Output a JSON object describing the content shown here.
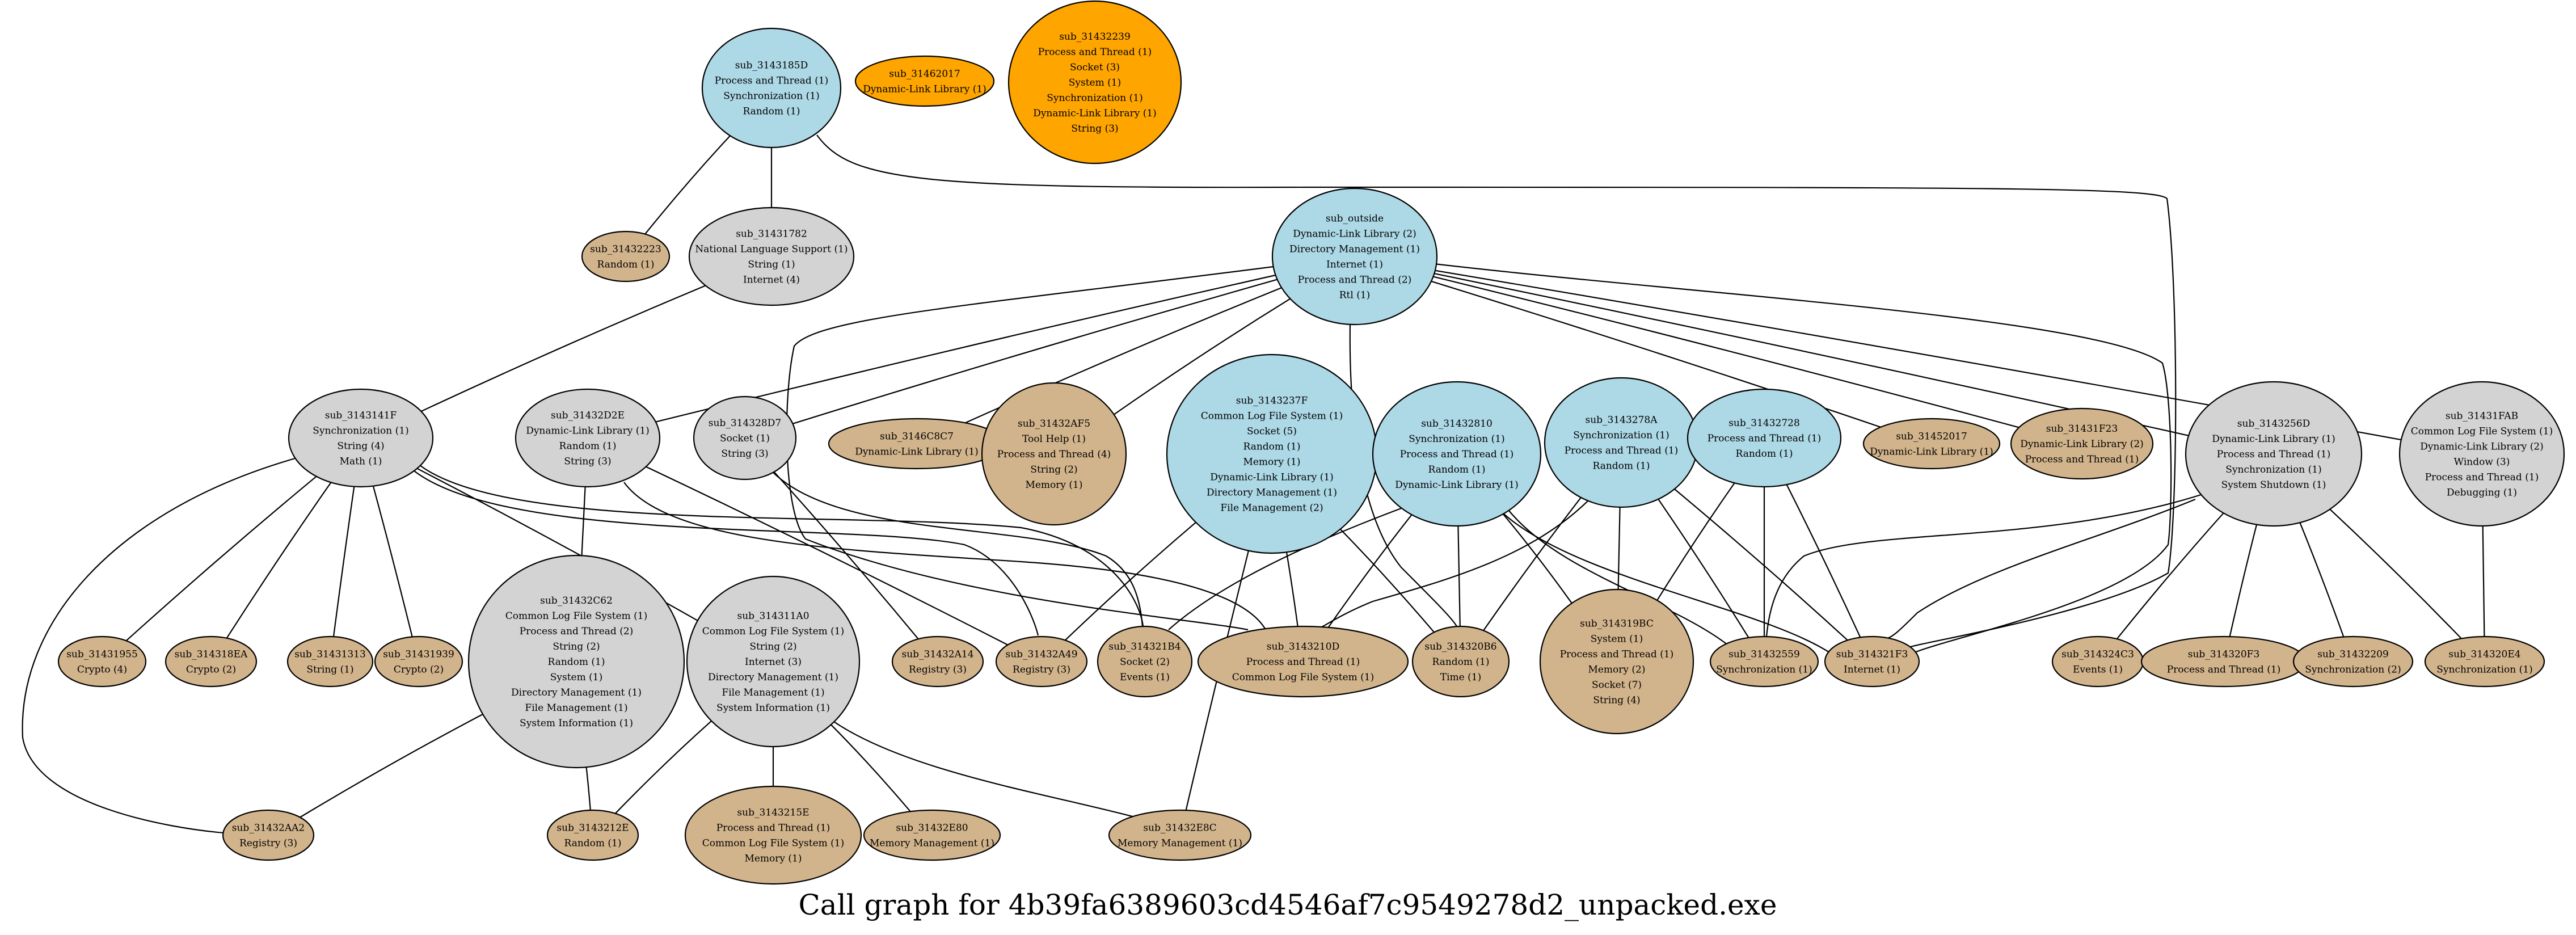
{
  "caption": "Call graph for 4b39fa6389603cd4546af7c9549278d2_unpacked.exe",
  "colors": {
    "root": "#add8e6",
    "intermediate": "#d3d3d3",
    "leaf": "#d2b48c",
    "isolated": "#ffa500"
  },
  "nodes": [
    {
      "id": "n3143185D",
      "kind": "root",
      "lines": [
        "sub_3143185D",
        "Process and Thread (1)",
        "Synchronization (1)",
        "Random (1)"
      ]
    },
    {
      "id": "n31462017",
      "kind": "isolated",
      "lines": [
        "sub_31462017",
        "Dynamic-Link Library (1)"
      ]
    },
    {
      "id": "n31432239",
      "kind": "isolated",
      "lines": [
        "sub_31432239",
        "Process and Thread (1)",
        "Socket (3)",
        "System (1)",
        "Synchronization (1)",
        "Dynamic-Link Library (1)",
        "String (3)"
      ]
    },
    {
      "id": "n31432223",
      "kind": "leaf",
      "lines": [
        "sub_31432223",
        "Random (1)"
      ]
    },
    {
      "id": "n31431782",
      "kind": "intermediate",
      "lines": [
        "sub_31431782",
        "National Language Support (1)",
        "String (1)",
        "Internet (4)"
      ]
    },
    {
      "id": "outside",
      "kind": "root",
      "lines": [
        "sub_outside",
        "Dynamic-Link Library (2)",
        "Directory Management (1)",
        "Internet (1)",
        "Process and Thread (2)",
        "Rtl (1)"
      ]
    },
    {
      "id": "n3143141F",
      "kind": "intermediate",
      "lines": [
        "sub_3143141F",
        "Synchronization (1)",
        "String (4)",
        "Math (1)"
      ]
    },
    {
      "id": "n31432D2E",
      "kind": "intermediate",
      "lines": [
        "sub_31432D2E",
        "Dynamic-Link Library (1)",
        "Random (1)",
        "String (3)"
      ]
    },
    {
      "id": "n314328D7",
      "kind": "intermediate",
      "lines": [
        "sub_314328D7",
        "Socket (1)",
        "String (3)"
      ]
    },
    {
      "id": "n3146C8C7",
      "kind": "leaf",
      "lines": [
        "sub_3146C8C7",
        "Dynamic-Link Library (1)"
      ]
    },
    {
      "id": "n31432AF5",
      "kind": "leaf",
      "lines": [
        "sub_31432AF5",
        "Tool Help (1)",
        "Process and Thread (4)",
        "String (2)",
        "Memory (1)"
      ]
    },
    {
      "id": "n3143237F",
      "kind": "root",
      "lines": [
        "sub_3143237F",
        "Common Log File System (1)",
        "Socket (5)",
        "Random (1)",
        "Memory (1)",
        "Dynamic-Link Library (1)",
        "Directory Management (1)",
        "File Management (2)"
      ]
    },
    {
      "id": "n31432810",
      "kind": "root",
      "lines": [
        "sub_31432810",
        "Synchronization (1)",
        "Process and Thread (1)",
        "Random (1)",
        "Dynamic-Link Library (1)"
      ]
    },
    {
      "id": "n3143278A",
      "kind": "root",
      "lines": [
        "sub_3143278A",
        "Synchronization (1)",
        "Process and Thread (1)",
        "Random (1)"
      ]
    },
    {
      "id": "n31432728",
      "kind": "root",
      "lines": [
        "sub_31432728",
        "Process and Thread (1)",
        "Random (1)"
      ]
    },
    {
      "id": "n31452017",
      "kind": "leaf",
      "lines": [
        "sub_31452017",
        "Dynamic-Link Library (1)"
      ]
    },
    {
      "id": "n31431F23",
      "kind": "leaf",
      "lines": [
        "sub_31431F23",
        "Dynamic-Link Library (2)",
        "Process and Thread (1)"
      ]
    },
    {
      "id": "n3143256D",
      "kind": "intermediate",
      "lines": [
        "sub_3143256D",
        "Dynamic-Link Library (1)",
        "Process and Thread (1)",
        "Synchronization (1)",
        "System Shutdown (1)"
      ]
    },
    {
      "id": "n31431FAB",
      "kind": "intermediate",
      "lines": [
        "sub_31431FAB",
        "Common Log File System (1)",
        "Dynamic-Link Library (2)",
        "Window (3)",
        "Process and Thread (1)",
        "Debugging (1)"
      ]
    },
    {
      "id": "n31431955",
      "kind": "leaf",
      "lines": [
        "sub_31431955",
        "Crypto (4)"
      ]
    },
    {
      "id": "n314318EA",
      "kind": "leaf",
      "lines": [
        "sub_314318EA",
        "Crypto (2)"
      ]
    },
    {
      "id": "n31431313",
      "kind": "leaf",
      "lines": [
        "sub_31431313",
        "String (1)"
      ]
    },
    {
      "id": "n31431939",
      "kind": "leaf",
      "lines": [
        "sub_31431939",
        "Crypto (2)"
      ]
    },
    {
      "id": "n31432C62",
      "kind": "intermediate",
      "lines": [
        "sub_31432C62",
        "Common Log File System (1)",
        "Process and Thread (2)",
        "String (2)",
        "Random (1)",
        "System (1)",
        "Directory Management (1)",
        "File Management (1)",
        "System Information (1)"
      ]
    },
    {
      "id": "n314311A0",
      "kind": "intermediate",
      "lines": [
        "sub_314311A0",
        "Common Log File System (1)",
        "String (2)",
        "Internet (3)",
        "Directory Management (1)",
        "File Management (1)",
        "System Information (1)"
      ]
    },
    {
      "id": "n31432A14",
      "kind": "leaf",
      "lines": [
        "sub_31432A14",
        "Registry (3)"
      ]
    },
    {
      "id": "n31432A49",
      "kind": "leaf",
      "lines": [
        "sub_31432A49",
        "Registry (3)"
      ]
    },
    {
      "id": "n314321B4",
      "kind": "leaf",
      "lines": [
        "sub_314321B4",
        "Socket (2)",
        "Events (1)"
      ]
    },
    {
      "id": "n3143210D",
      "kind": "leaf",
      "lines": [
        "sub_3143210D",
        "Process and Thread (1)",
        "Common Log File System (1)"
      ]
    },
    {
      "id": "n314320B6",
      "kind": "leaf",
      "lines": [
        "sub_314320B6",
        "Random (1)",
        "Time (1)"
      ]
    },
    {
      "id": "n314319BC",
      "kind": "leaf",
      "lines": [
        "sub_314319BC",
        "System (1)",
        "Process and Thread (1)",
        "Memory (2)",
        "Socket (7)",
        "String (4)"
      ]
    },
    {
      "id": "n31432559",
      "kind": "leaf",
      "lines": [
        "sub_31432559",
        "Synchronization (1)"
      ]
    },
    {
      "id": "n314321F3",
      "kind": "leaf",
      "lines": [
        "sub_314321F3",
        "Internet (1)"
      ]
    },
    {
      "id": "n314324C3",
      "kind": "leaf",
      "lines": [
        "sub_314324C3",
        "Events (1)"
      ]
    },
    {
      "id": "n314320F3",
      "kind": "leaf",
      "lines": [
        "sub_314320F3",
        "Process and Thread (1)"
      ]
    },
    {
      "id": "n31432209",
      "kind": "leaf",
      "lines": [
        "sub_31432209",
        "Synchronization (2)"
      ]
    },
    {
      "id": "n314320E4",
      "kind": "leaf",
      "lines": [
        "sub_314320E4",
        "Synchronization (1)"
      ]
    },
    {
      "id": "n31432AA2",
      "kind": "leaf",
      "lines": [
        "sub_31432AA2",
        "Registry (3)"
      ]
    },
    {
      "id": "n3143212E",
      "kind": "leaf",
      "lines": [
        "sub_3143212E",
        "Random (1)"
      ]
    },
    {
      "id": "n3143215E",
      "kind": "leaf",
      "lines": [
        "sub_3143215E",
        "Process and Thread (1)",
        "Common Log File System (1)",
        "Memory (1)"
      ]
    },
    {
      "id": "n31432E80",
      "kind": "leaf",
      "lines": [
        "sub_31432E80",
        "Memory Management (1)"
      ]
    },
    {
      "id": "n31432E8C",
      "kind": "leaf",
      "lines": [
        "sub_31432E8C",
        "Memory Management (1)"
      ]
    }
  ],
  "edges": [
    [
      "n3143185D",
      "n31432223"
    ],
    [
      "n3143185D",
      "n31431782"
    ],
    [
      "n3143185D",
      "n314321F3"
    ],
    [
      "n31431782",
      "n3143141F"
    ],
    [
      "outside",
      "n31432D2E"
    ],
    [
      "outside",
      "n314328D7"
    ],
    [
      "outside",
      "n3146C8C7"
    ],
    [
      "outside",
      "n31432AF5"
    ],
    [
      "outside",
      "n31452017"
    ],
    [
      "outside",
      "n31431F23"
    ],
    [
      "outside",
      "n3143256D"
    ],
    [
      "outside",
      "n31431FAB"
    ],
    [
      "outside",
      "n314320B6"
    ],
    [
      "outside",
      "n314321F3"
    ],
    [
      "outside",
      "n3143210D"
    ],
    [
      "n3143141F",
      "n31431955"
    ],
    [
      "n3143141F",
      "n314318EA"
    ],
    [
      "n3143141F",
      "n31431313"
    ],
    [
      "n3143141F",
      "n31431939"
    ],
    [
      "n3143141F",
      "n31432AA2"
    ],
    [
      "n3143141F",
      "n314311A0"
    ],
    [
      "n3143141F",
      "n31432A49"
    ],
    [
      "n3143141F",
      "n314321B4"
    ],
    [
      "n31432D2E",
      "n31432C62"
    ],
    [
      "n31432D2E",
      "n31432A49"
    ],
    [
      "n31432D2E",
      "n3143210D"
    ],
    [
      "n314328D7",
      "n31432A14"
    ],
    [
      "n314328D7",
      "n314321B4"
    ],
    [
      "n3143237F",
      "n31432A49"
    ],
    [
      "n3143237F",
      "n3143210D"
    ],
    [
      "n3143237F",
      "n314320B6"
    ],
    [
      "n3143237F",
      "n31432E8C"
    ],
    [
      "n31432810",
      "n3143210D"
    ],
    [
      "n31432810",
      "n314320B6"
    ],
    [
      "n31432810",
      "n314319BC"
    ],
    [
      "n31432810",
      "n31432559"
    ],
    [
      "n31432810",
      "n314321F3"
    ],
    [
      "n31432810",
      "n314321B4"
    ],
    [
      "n3143278A",
      "n314320B6"
    ],
    [
      "n3143278A",
      "n314319BC"
    ],
    [
      "n3143278A",
      "n31432559"
    ],
    [
      "n3143278A",
      "n314321F3"
    ],
    [
      "n3143278A",
      "n3143210D"
    ],
    [
      "n31432728",
      "n314319BC"
    ],
    [
      "n31432728",
      "n31432559"
    ],
    [
      "n31432728",
      "n314321F3"
    ],
    [
      "n3143256D",
      "n314324C3"
    ],
    [
      "n3143256D",
      "n314320F3"
    ],
    [
      "n3143256D",
      "n31432209"
    ],
    [
      "n3143256D",
      "n314320E4"
    ],
    [
      "n3143256D",
      "n31432559"
    ],
    [
      "n3143256D",
      "n314321F3"
    ],
    [
      "n31431FAB",
      "n314320E4"
    ],
    [
      "n31432C62",
      "n31432AA2"
    ],
    [
      "n31432C62",
      "n3143212E"
    ],
    [
      "n314311A0",
      "n3143212E"
    ],
    [
      "n314311A0",
      "n3143215E"
    ],
    [
      "n314311A0",
      "n31432E80"
    ],
    [
      "n314311A0",
      "n31432E8C"
    ]
  ]
}
